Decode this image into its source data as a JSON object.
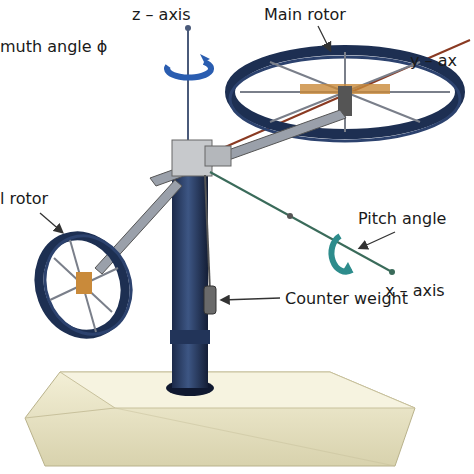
{
  "diagram": {
    "labels": [
      "z – axis",
      "Main rotor",
      "muth angle ϕ",
      "y – ax",
      "l rotor",
      "Pitch angle",
      "x – axis",
      "Counter weight"
    ]
  }
}
